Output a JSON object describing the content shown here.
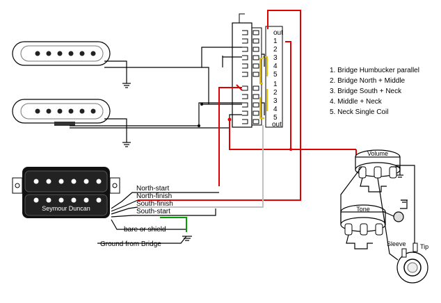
{
  "positions": [
    "1. Bridge Humbucker parallel",
    "2. Bridge North + Middle",
    "3. Bridge South + Neck",
    "4. Middle + Neck",
    "5. Neck Single Coil"
  ],
  "switch": {
    "upper_out": "out",
    "upper_numbers": [
      "1",
      "2",
      "3",
      "4",
      "5"
    ],
    "lower_numbers": [
      "1",
      "2",
      "3",
      "4",
      "5"
    ],
    "lower_out": "out"
  },
  "humbucker": {
    "brand": "Seymour Duncan",
    "leads": [
      "North-start",
      "North-finish",
      "South-finish",
      "South-start"
    ],
    "shield": "bare or shield",
    "ground": "Ground from Bridge"
  },
  "controls": {
    "volume": "Volume",
    "tone": "Tone"
  },
  "jack": {
    "sleeve": "Sleeve",
    "tip": "Tip"
  },
  "colors": {
    "red": "#e00000",
    "gray": "#c0c0c0",
    "green": "#00a000",
    "yellow": "#e8c000",
    "black": "#000000"
  }
}
